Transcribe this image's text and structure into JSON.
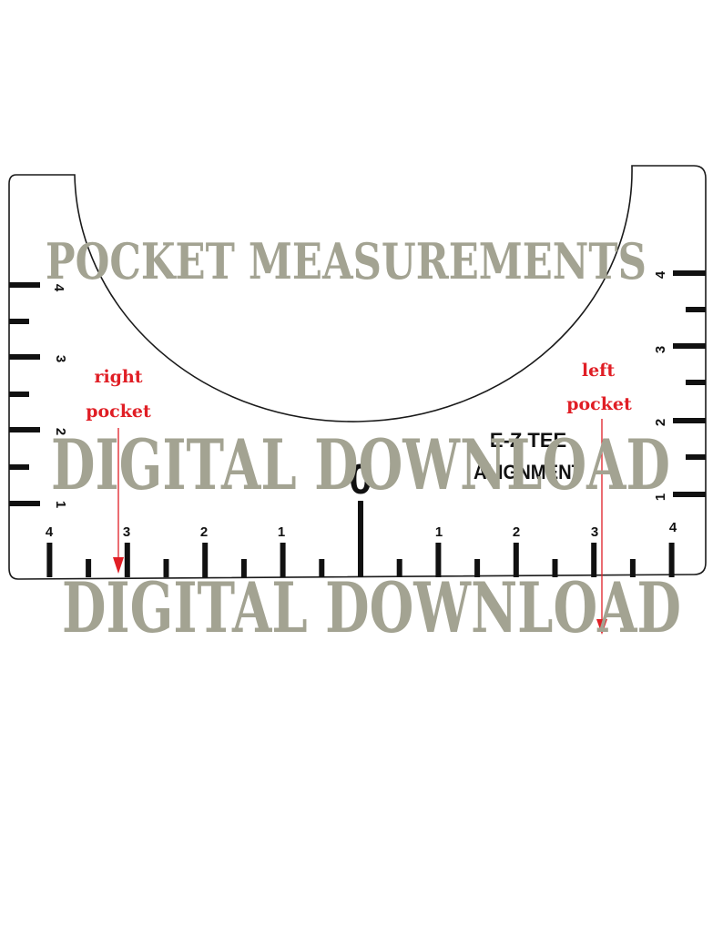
{
  "overlay": {
    "title": "POCKET MEASUREMENTS",
    "watermark_line_1": "DIGITAL DOWNLOAD",
    "watermark_line_2": "DIGITAL DOWNLOAD"
  },
  "ruler": {
    "brand_line_1": "E-Z TEE",
    "brand_line_2": "ALIGNMENT",
    "center_label": "0",
    "bottom_labels_left": [
      "4",
      "3",
      "2",
      "1"
    ],
    "bottom_labels_right": [
      "1",
      "2",
      "3",
      "4"
    ],
    "left_side_labels": [
      "4",
      "3",
      "2",
      "1"
    ],
    "right_side_labels": [
      "4",
      "3",
      "2",
      "1"
    ]
  },
  "annotations": {
    "right_pocket": {
      "line1": "right",
      "line2": "pocket"
    },
    "left_pocket": {
      "line1": "left",
      "line2": "pocket"
    }
  },
  "colors": {
    "watermark": "#a3a392",
    "annotation": "#e01e25",
    "ruler_ink": "#111111"
  }
}
